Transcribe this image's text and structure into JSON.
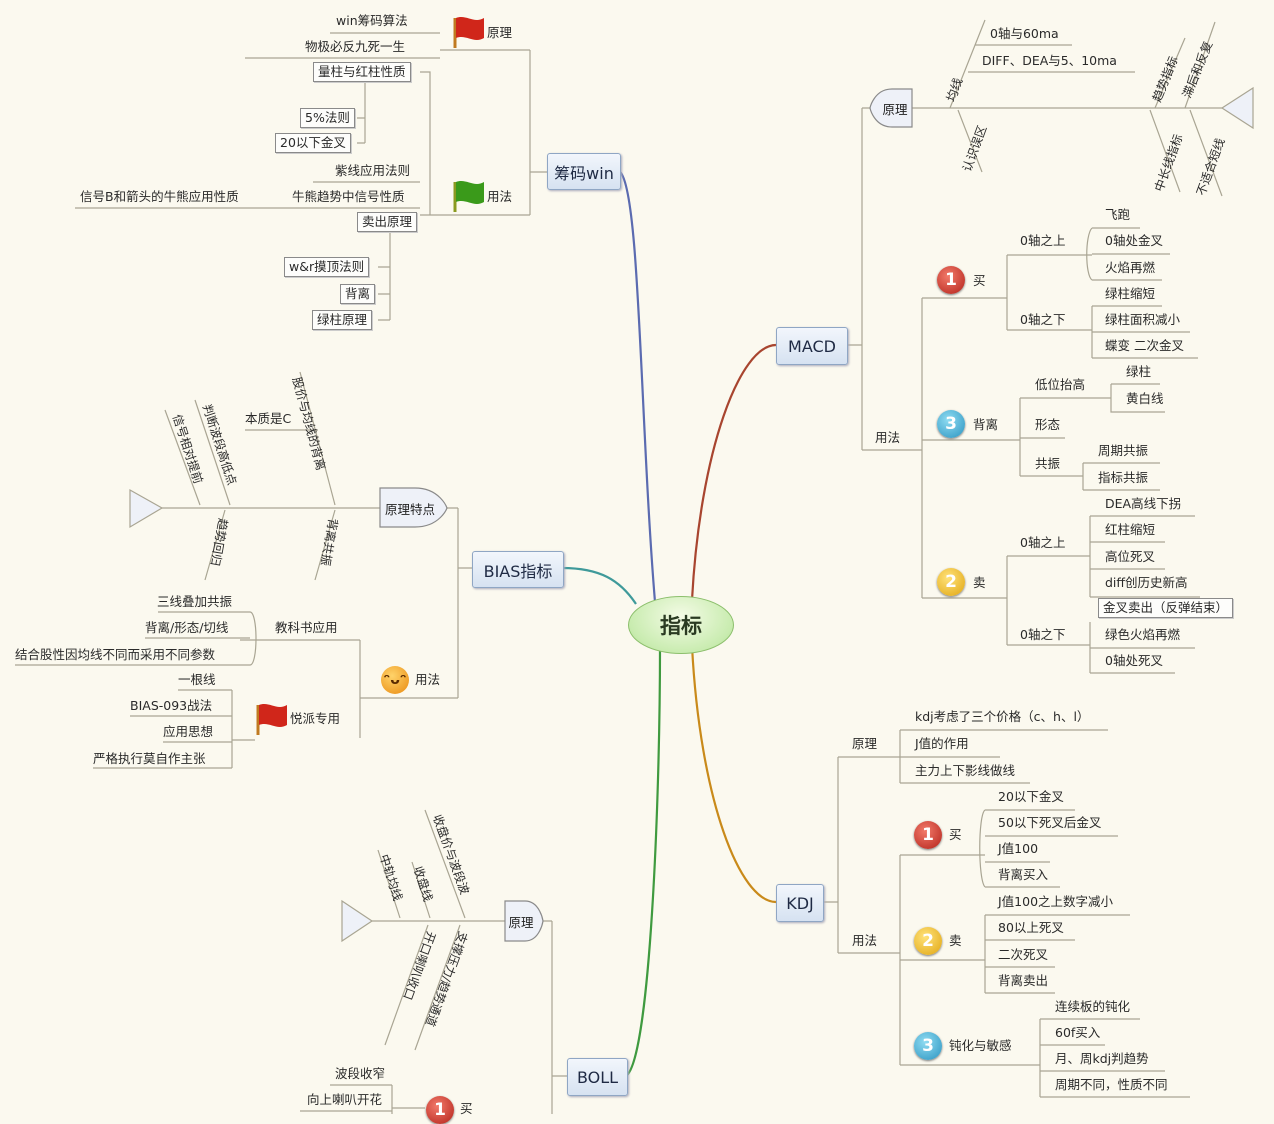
{
  "center": "指标",
  "colors": {
    "background": "#fbf9ef",
    "chouma_branch": "#5b6bb0",
    "bias_branch": "#3f9a9a",
    "boll_branch": "#3f9a3f",
    "macd_branch": "#a8452f",
    "kdj_branch": "#c98a1a",
    "flag_red": "#d0261a",
    "flag_green": "#3a9a1a"
  },
  "chouma": {
    "title": "筹码win",
    "principle": {
      "label": "原理",
      "icon": "red-flag-icon",
      "items": [
        "win筹码算法",
        "物极必反九死一生"
      ]
    },
    "usage": {
      "label": "用法",
      "icon": "green-flag-icon",
      "liangzhu": {
        "label": "量柱与红柱性质",
        "items": [
          "5%法则",
          "20以下金叉"
        ]
      },
      "zixian": "紫线应用法则",
      "niuxiong": {
        "label": "牛熊趋势中信号性质",
        "items": [
          "信号B和箭头的牛熊应用性质"
        ]
      },
      "sell": {
        "label": "卖出原理",
        "items": [
          "w&r摸顶法则",
          "背离",
          "绿柱原理"
        ]
      }
    }
  },
  "bias": {
    "title": "BIAS指标",
    "principle": {
      "label": "原理特点",
      "top": [
        "股价与均线的背离",
        "判断波段高低点",
        "信号相对提前"
      ],
      "sub": "本质是C",
      "bottom": [
        "趋势回归",
        "背离共振"
      ]
    },
    "usage": {
      "label": "用法",
      "icon": "smiley-icon",
      "textbook": {
        "label": "教科书应用",
        "items": [
          "三线叠加共振",
          "背离/形态/切线",
          "结合股性因均线不同而采用不同参数"
        ]
      },
      "special": {
        "label": "悦派专用",
        "icon": "red-flag-icon",
        "items": [
          "一根线",
          "BIAS-093战法",
          "应用思想",
          "严格执行莫自作主张"
        ]
      }
    }
  },
  "boll": {
    "title": "BOLL",
    "principle": {
      "label": "原理",
      "top": [
        "中轨均线",
        "收盘线",
        "收盘价与波段波"
      ],
      "bottom": [
        "开口喇叭收口",
        "支撑压力/趋势通道"
      ]
    },
    "buy": {
      "num": "1",
      "label": "买",
      "items": [
        "波段收窄",
        "向上喇叭开花"
      ]
    }
  },
  "macd": {
    "title": "MACD",
    "principle": {
      "label": "原理",
      "ma_label": "均线",
      "ma_items": [
        "0轴与60ma",
        "DIFF、DEA与5、10ma"
      ],
      "bottom_left": "认识误区",
      "top_right": [
        "趋势指标",
        "滞后和反复"
      ],
      "bottom_right": [
        "中长线指标",
        "不适合短线"
      ]
    },
    "usage": {
      "label": "用法",
      "buy": {
        "num": "1",
        "label": "买",
        "above": {
          "label": "0轴之上",
          "items": [
            "飞跑",
            "0轴处金叉",
            "火焰再燃"
          ]
        },
        "below": {
          "label": "0轴之下",
          "items": [
            "绿柱缩短",
            "绿柱面积减小",
            "蝶变 二次金叉"
          ]
        }
      },
      "div": {
        "num": "3",
        "label": "背离",
        "low": {
          "label": "低位抬高",
          "items": [
            "绿柱",
            "黄白线"
          ]
        },
        "shape": "形态",
        "res": {
          "label": "共振",
          "items": [
            "周期共振",
            "指标共振"
          ]
        }
      },
      "sell": {
        "num": "2",
        "label": "卖",
        "above": {
          "label": "0轴之上",
          "items": [
            "DEA高线下拐",
            "红柱缩短",
            "高位死叉",
            "diff创历史新高"
          ]
        },
        "below": {
          "label": "0轴之下",
          "items": [
            "金叉卖出（反弹结束）",
            "绿色火焰再燃",
            "0轴处死叉"
          ]
        }
      }
    }
  },
  "kdj": {
    "title": "KDJ",
    "principle": {
      "label": "原理",
      "items": [
        "kdj考虑了三个价格（c、h、l）",
        "J值的作用",
        "主力上下影线做线"
      ]
    },
    "usage": {
      "label": "用法",
      "buy": {
        "num": "1",
        "label": "买",
        "items": [
          "20以下金叉",
          "50以下死叉后金叉",
          "J值100",
          "背离买入"
        ]
      },
      "sell": {
        "num": "2",
        "label": "卖",
        "items": [
          "J值100之上数字减小",
          "80以上死叉",
          "二次死叉",
          "背离卖出"
        ]
      },
      "blunt": {
        "num": "3",
        "label": "钝化与敏感",
        "items": [
          "连续板的钝化",
          "60f买入",
          "月、周kdj判趋势",
          "周期不同，性质不同"
        ]
      }
    }
  }
}
